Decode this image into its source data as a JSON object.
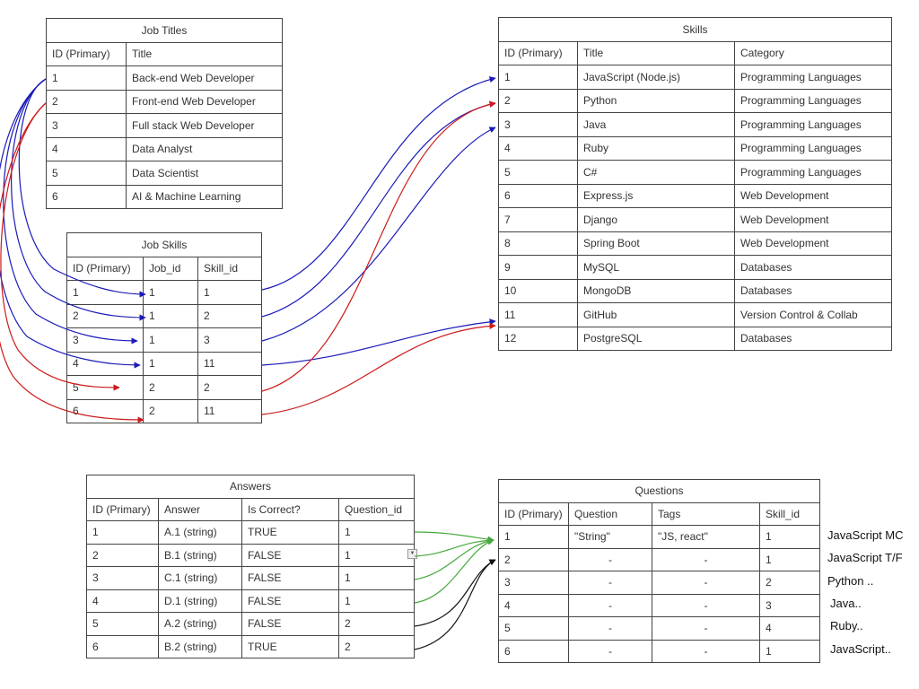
{
  "job_titles": {
    "caption": "Job Titles",
    "headers": [
      "ID (Primary)",
      "Title"
    ],
    "rows": [
      [
        "1",
        "Back-end Web Developer"
      ],
      [
        "2",
        "Front-end Web Developer"
      ],
      [
        "3",
        "Full stack Web Developer"
      ],
      [
        "4",
        "Data Analyst"
      ],
      [
        "5",
        "Data Scientist"
      ],
      [
        "6",
        "AI & Machine Learning"
      ]
    ]
  },
  "job_skills": {
    "caption": "Job Skills",
    "headers": [
      "ID (Primary)",
      "Job_id",
      "Skill_id"
    ],
    "rows": [
      [
        "1",
        "1",
        "1"
      ],
      [
        "2",
        "1",
        "2"
      ],
      [
        "3",
        "1",
        "3"
      ],
      [
        "4",
        "1",
        "11"
      ],
      [
        "5",
        "2",
        "2"
      ],
      [
        "6",
        "2",
        "11"
      ]
    ]
  },
  "skills": {
    "caption": "Skills",
    "headers": [
      "ID (Primary)",
      "Title",
      "Category"
    ],
    "rows": [
      [
        "1",
        "JavaScript (Node.js)",
        "Programming Languages"
      ],
      [
        "2",
        "Python",
        "Programming Languages"
      ],
      [
        "3",
        "Java",
        "Programming Languages"
      ],
      [
        "4",
        "Ruby",
        "Programming Languages"
      ],
      [
        "5",
        "C#",
        "Programming Languages"
      ],
      [
        "6",
        "Express.js",
        "Web Development"
      ],
      [
        "7",
        "Django",
        "Web Development"
      ],
      [
        "8",
        "Spring Boot",
        "Web Development"
      ],
      [
        "9",
        "MySQL",
        "Databases"
      ],
      [
        "10",
        "MongoDB",
        "Databases"
      ],
      [
        "11",
        "GitHub",
        "Version Control & Collab"
      ],
      [
        "12",
        "PostgreSQL",
        "Databases"
      ]
    ]
  },
  "answers": {
    "caption": "Answers",
    "headers": [
      "ID (Primary)",
      "Answer",
      "Is Correct?",
      "Question_id"
    ],
    "rows": [
      [
        "1",
        "A.1 (string)",
        "TRUE",
        "1"
      ],
      [
        "2",
        "B.1 (string)",
        "FALSE",
        "1"
      ],
      [
        "3",
        "C.1 (string)",
        "FALSE",
        "1"
      ],
      [
        "4",
        "D.1 (string)",
        "FALSE",
        "1"
      ],
      [
        "5",
        "A.2 (string)",
        "FALSE",
        "2"
      ],
      [
        "6",
        "B.2 (string)",
        "TRUE",
        "2"
      ]
    ]
  },
  "questions": {
    "caption": "Questions",
    "headers": [
      "ID (Primary)",
      "Question",
      "Tags",
      "Skill_id"
    ],
    "rows": [
      [
        "1",
        "\"String\"",
        "\"JS, react\"",
        "1"
      ],
      [
        "2",
        "-",
        "-",
        "1"
      ],
      [
        "3",
        "-",
        "-",
        "2"
      ],
      [
        "4",
        "-",
        "-",
        "3"
      ],
      [
        "5",
        "-",
        "-",
        "4"
      ],
      [
        "6",
        "-",
        "-",
        "1"
      ]
    ]
  },
  "question_notes": [
    "JavaScript MC",
    "JavaScript T/F",
    "Python ..",
    "Java..",
    "Ruby..",
    "JavaScript.."
  ],
  "colors": {
    "job1_links": "#1a1ab8",
    "job2_links": "#cc1a1a",
    "answers_q1_links": "#44a83a",
    "answers_q2_links": "#111111"
  }
}
